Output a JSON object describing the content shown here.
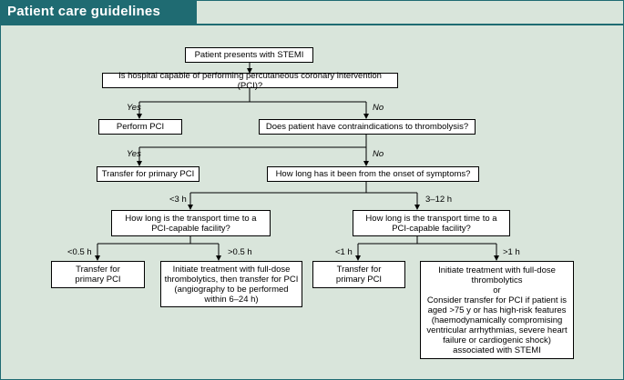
{
  "title": "Patient care guidelines",
  "colors": {
    "accent": "#1f6b72",
    "background": "#d9e5db",
    "box": "#ffffff"
  },
  "nodes": {
    "stemi": "Patient presents with STEMI",
    "pci_capable": "Is hospital capable of performing percutaneous coronary intervention (PCI)?",
    "perform_pci": "Perform PCI",
    "contraindications": "Does patient have contraindications to thrombolysis?",
    "transfer_primary": "Transfer for primary PCI",
    "onset": "How long has it been from the onset of symptoms?",
    "transport_left": "How long is the transport time to a\nPCI-capable facility?",
    "transport_right": "How long is the transport time to a\nPCI-capable facility?",
    "ll_transfer": "Transfer for\nprimary PCI",
    "lr_initiate": "Initiate treatment with full-dose\nthrombolytics, then transfer for PCI\n(angiography to be performed\nwithin 6–24 h)",
    "rl_transfer": "Transfer for\nprimary PCI",
    "rr_initiate": "Initiate treatment with full-dose\nthrombolytics\nor\nConsider transfer for PCI if patient is\naged >75 y or has high-risk features\n(haemodynamically compromising\nventricular arrhythmias, severe heart\nfailure or cardiogenic shock)\nassociated with STEMI"
  },
  "labels": {
    "yes1": "Yes",
    "no1": "No",
    "yes2": "Yes",
    "no2": "No",
    "lt3": "<3 h",
    "r312": "3–12 h",
    "lt05": "<0.5 h",
    "gt05": ">0.5 h",
    "lt1": "<1 h",
    "gt1": ">1 h"
  }
}
